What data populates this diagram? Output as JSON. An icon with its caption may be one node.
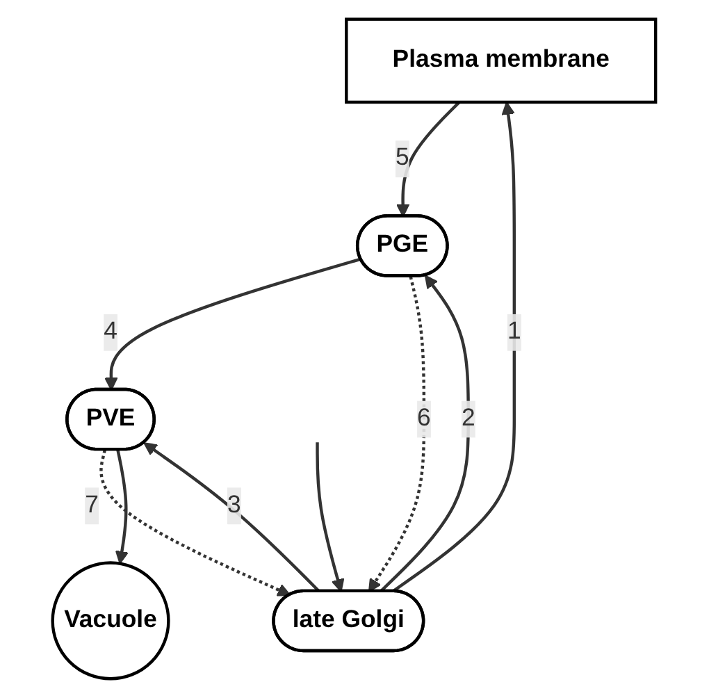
{
  "diagram": {
    "nodes": [
      {
        "text": [
          "Plasma membrane"
        ]
      },
      {
        "text": [
          "PGE"
        ]
      },
      {
        "text": [
          "late Golgi"
        ]
      },
      {
        "text": [
          "PVE"
        ]
      },
      {
        "text": [
          "Vacuole"
        ]
      }
    ],
    "edges": [
      {
        "from": 2,
        "to": 0,
        "arrow": "to",
        "label": "1"
      },
      {
        "from": 2,
        "to": 1,
        "arrow": "to",
        "label": "2"
      },
      {
        "from": 2,
        "to": 3,
        "arrow": "to",
        "label": "3"
      },
      {
        "from": 1,
        "to": 3,
        "arrow": "to",
        "label": "4"
      },
      {
        "from": 0,
        "to": 1,
        "arrow": "to",
        "label": "5"
      },
      {
        "from": 1,
        "to": 2,
        "arrow": "to",
        "label": "6",
        "style": "dashed"
      },
      {
        "from": 3,
        "to": 2,
        "arrow": "to",
        "label": "7",
        "style": "dashed"
      },
      {
        "from": 3,
        "to": 4,
        "arrow": "to"
      },
      {
        "from": null,
        "to": 2,
        "arrow": "to"
      }
    ]
  }
}
